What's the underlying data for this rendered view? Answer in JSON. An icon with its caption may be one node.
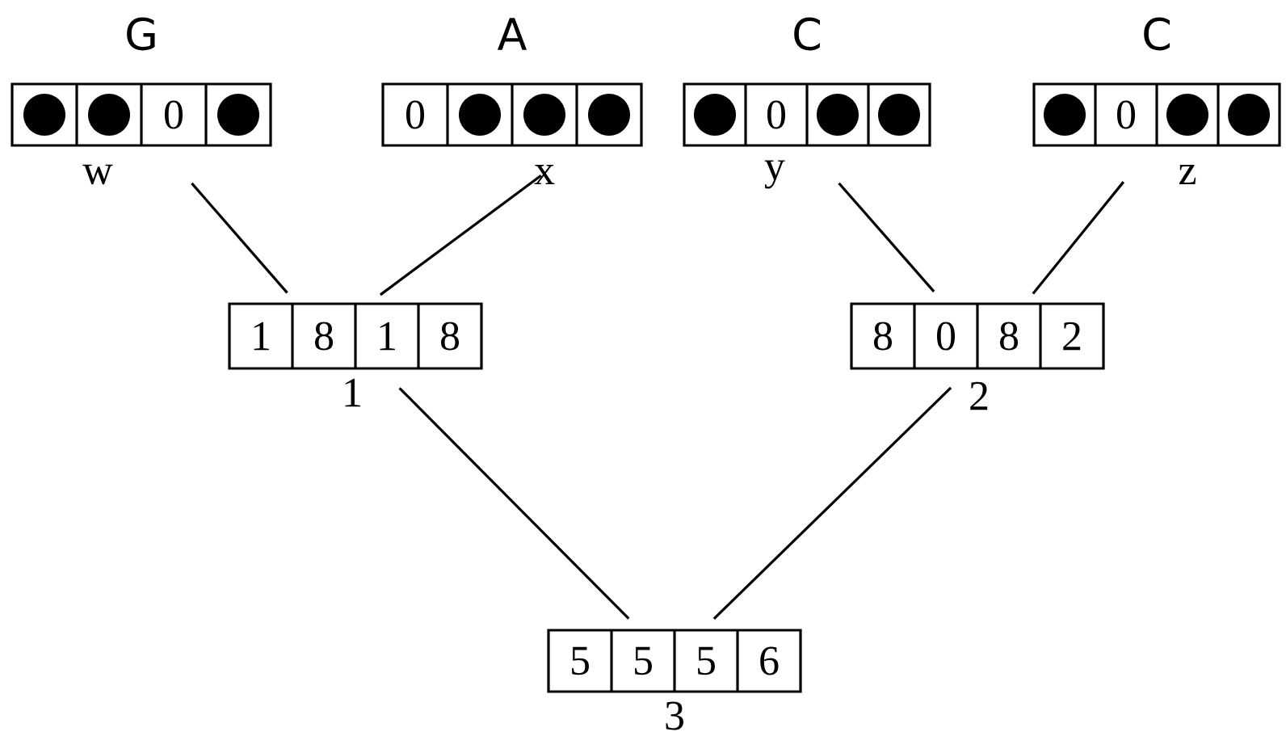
{
  "diagram": {
    "nodes": [
      {
        "text": [
          "G"
        ],
        "beside": [
          "w"
        ]
      },
      {
        "text": [],
        "shape": "circle",
        "in": 0
      },
      {
        "text": [],
        "shape": "circle",
        "in": 0
      },
      {
        "text": [
          "0"
        ],
        "in": 0
      },
      {
        "text": [],
        "shape": "circle",
        "in": 0
      },
      {
        "text": [
          "A"
        ],
        "beside": [
          "x"
        ]
      },
      {
        "text": [
          "0"
        ],
        "in": 5
      },
      {
        "text": [],
        "shape": "circle",
        "in": 5
      },
      {
        "text": [],
        "shape": "circle",
        "in": 5
      },
      {
        "text": [],
        "shape": "circle",
        "in": 5
      },
      {
        "text": [
          "C"
        ],
        "beside": [
          "y"
        ]
      },
      {
        "text": [],
        "shape": "circle",
        "in": 10
      },
      {
        "text": [
          "0"
        ],
        "in": 10
      },
      {
        "text": [],
        "shape": "circle",
        "in": 10
      },
      {
        "text": [],
        "shape": "circle",
        "in": 10
      },
      {
        "text": [
          "C"
        ],
        "beside": [
          "z"
        ]
      },
      {
        "text": [],
        "shape": "circle",
        "in": 15
      },
      {
        "text": [
          "0"
        ],
        "in": 15
      },
      {
        "text": [],
        "shape": "circle",
        "in": 15
      },
      {
        "text": [],
        "shape": "circle",
        "in": 15
      },
      {
        "text": [],
        "shape": "box",
        "beside": [
          "1"
        ]
      },
      {
        "text": [
          "1"
        ],
        "in": 20
      },
      {
        "text": [
          "8"
        ],
        "in": 20
      },
      {
        "text": [
          "1"
        ],
        "in": 20
      },
      {
        "text": [
          "8"
        ],
        "in": 20
      },
      {
        "text": [],
        "shape": "box",
        "beside": [
          "2"
        ]
      },
      {
        "text": [
          "8"
        ],
        "in": 25
      },
      {
        "text": [
          "0"
        ],
        "in": 25
      },
      {
        "text": [
          "8"
        ],
        "in": 25
      },
      {
        "text": [
          "2"
        ],
        "in": 25
      },
      {
        "text": [],
        "shape": "box",
        "beside": [
          "3"
        ]
      },
      {
        "text": [
          "5"
        ],
        "in": 30
      },
      {
        "text": [
          "5"
        ],
        "in": 30
      },
      {
        "text": [
          "5"
        ],
        "in": 30
      },
      {
        "text": [
          "6"
        ],
        "in": 30
      }
    ],
    "edges": [
      {
        "from": 0,
        "to": 20,
        "arrow": "none"
      },
      {
        "from": 5,
        "to": 20,
        "arrow": "none"
      },
      {
        "from": 10,
        "to": 25,
        "arrow": "none"
      },
      {
        "from": 15,
        "to": 25,
        "arrow": "none"
      },
      {
        "from": 20,
        "to": 30,
        "arrow": "none"
      },
      {
        "from": 25,
        "to": 30,
        "arrow": "none"
      }
    ]
  }
}
